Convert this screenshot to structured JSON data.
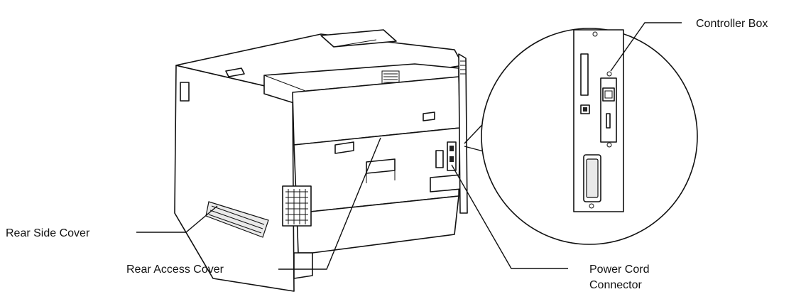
{
  "labels": {
    "controller_box": "Controller Box",
    "rear_side_cover": "Rear Side Cover",
    "rear_access_cover": "Rear Access Cover",
    "power_cord_connector_line1": "Power Cord",
    "power_cord_connector_line2": "Connector"
  }
}
